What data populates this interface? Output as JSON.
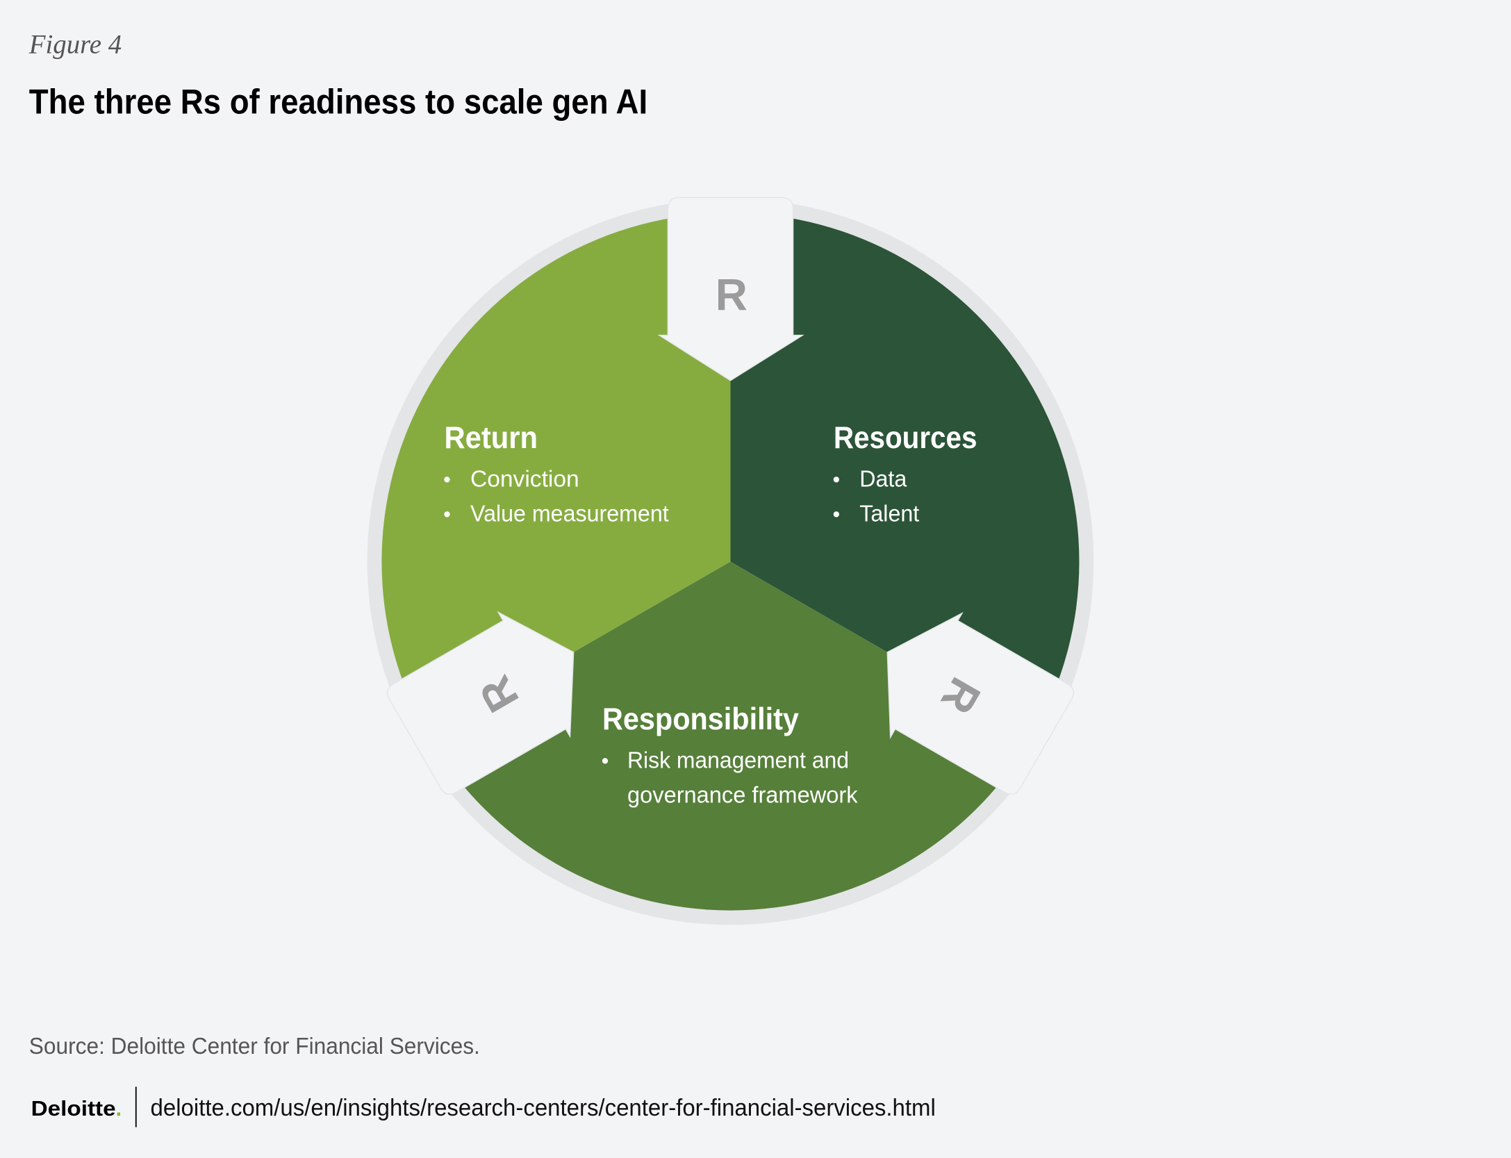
{
  "figure_label": "Figure 4",
  "title": "The three Rs of readiness to scale gen AI",
  "diagram": {
    "arrow_letter": "R",
    "segments": [
      {
        "title": "Return",
        "bullets": [
          "Conviction",
          "Value measurement"
        ],
        "color": "#86AC40"
      },
      {
        "title": "Resources",
        "bullets": [
          "Data",
          "Talent"
        ],
        "color": "#2C5438"
      },
      {
        "title": "Responsibility",
        "bullets": [
          "Risk management and",
          "governance framework"
        ],
        "color": "#567F3A"
      }
    ],
    "bullet_char": "•",
    "ring_color": "#E4E5E7",
    "arrow_color": "#F3F4F6",
    "letter_color": "#9B9B9B"
  },
  "source": "Source: Deloitte Center for Financial Services.",
  "footer": {
    "logo_text": "Deloitte",
    "logo_dot": ".",
    "url": "deloitte.com/us/en/insights/research-centers/center-for-financial-services.html"
  }
}
